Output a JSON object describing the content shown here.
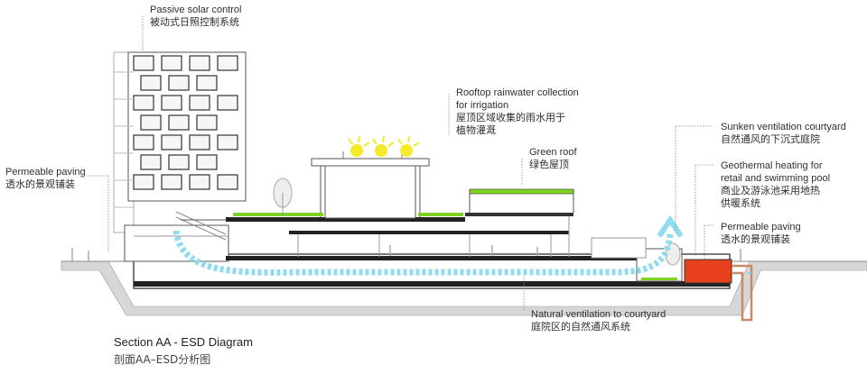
{
  "title": "Section AA - ESD Diagram",
  "subtitle": "剖面AA–ESD分析图",
  "colors": {
    "ventilation": "#8fdcef",
    "green_roof": "#7ed321",
    "geothermal": "#e8401c",
    "pipe": "#c98a6c",
    "sun": "#f4ea2a",
    "ground": "#d7d7d7"
  },
  "labels": {
    "passive_solar": {
      "en": "Passive solar control",
      "cn": "被动式日照控制系统"
    },
    "permeable_left": {
      "en": "Permeable paving",
      "cn": "透水的景观铺装"
    },
    "rooftop_rain": {
      "en1": "Rooftop rainwater collection",
      "en2": "for irrigation",
      "cn1": "屋顶区域收集的雨水用于",
      "cn2": "植物灌溉"
    },
    "green_roof": {
      "en": "Green roof",
      "cn": "绿色屋顶"
    },
    "sunken_courtyard": {
      "en": "Sunken ventilation courtyard",
      "cn": "自然通风的下沉式庭院"
    },
    "geothermal": {
      "en1": "Geothermal heating for",
      "en2": "retail and swimming pool",
      "cn1": "商业及游泳池采用地热",
      "cn2": "供暖系统"
    },
    "permeable_right": {
      "en": "Permeable paving",
      "cn": "透水的景观铺装"
    },
    "natural_vent": {
      "en": "Natural ventilation to courtyard",
      "cn": "庭院区的自然通风系统"
    }
  }
}
